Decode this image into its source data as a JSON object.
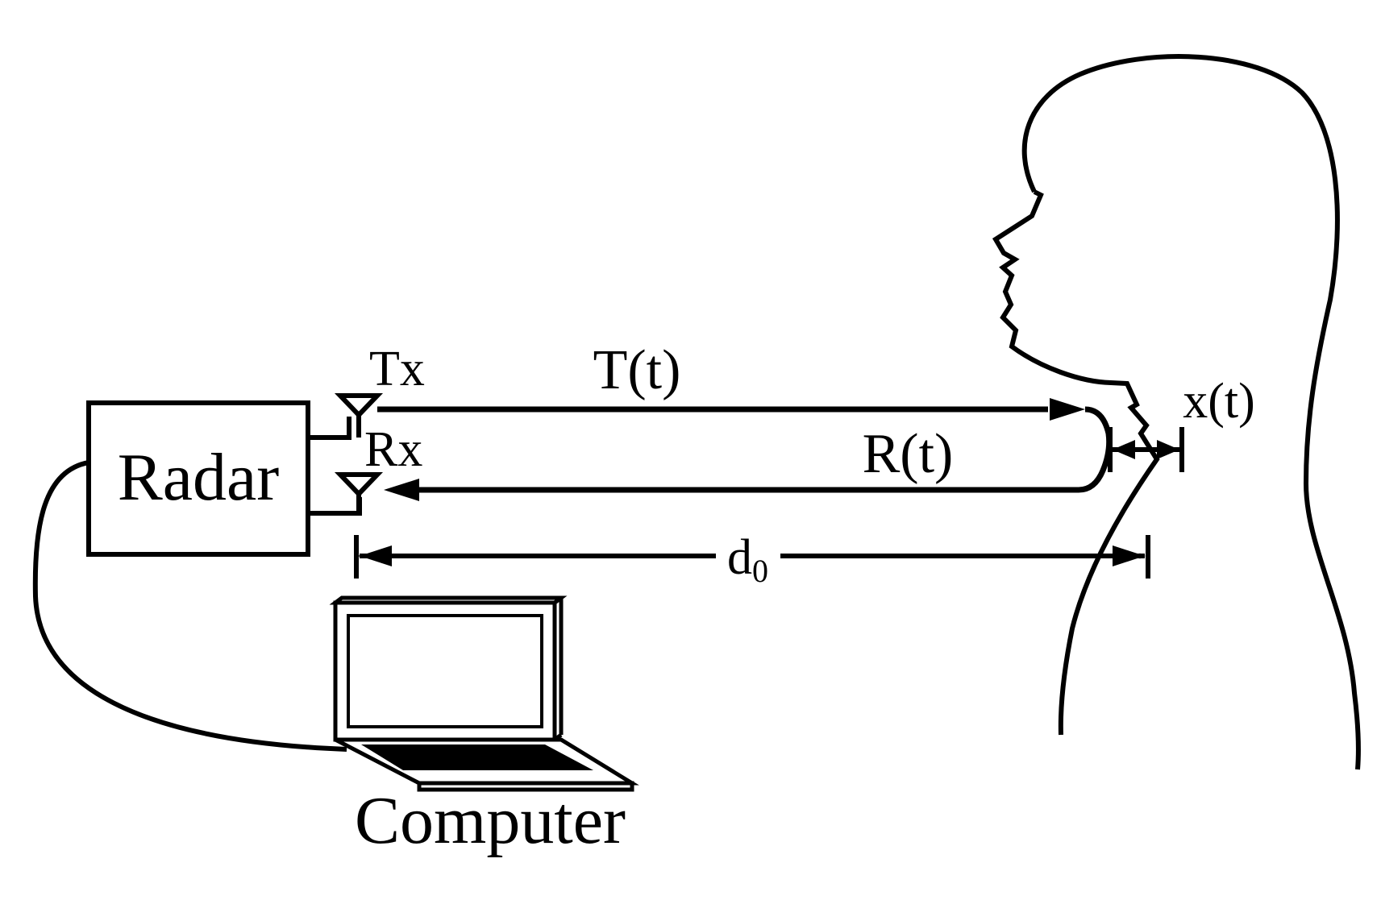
{
  "labels": {
    "radar": "Radar",
    "computer": "Computer",
    "tx": "Tx",
    "rx": "Rx",
    "transmit_signal": "T(t)",
    "receive_signal": "R(t)",
    "displacement": "x(t)",
    "distance_base": "d",
    "distance_sub": "0"
  },
  "colors": {
    "stroke": "#000000",
    "background": "#ffffff"
  }
}
